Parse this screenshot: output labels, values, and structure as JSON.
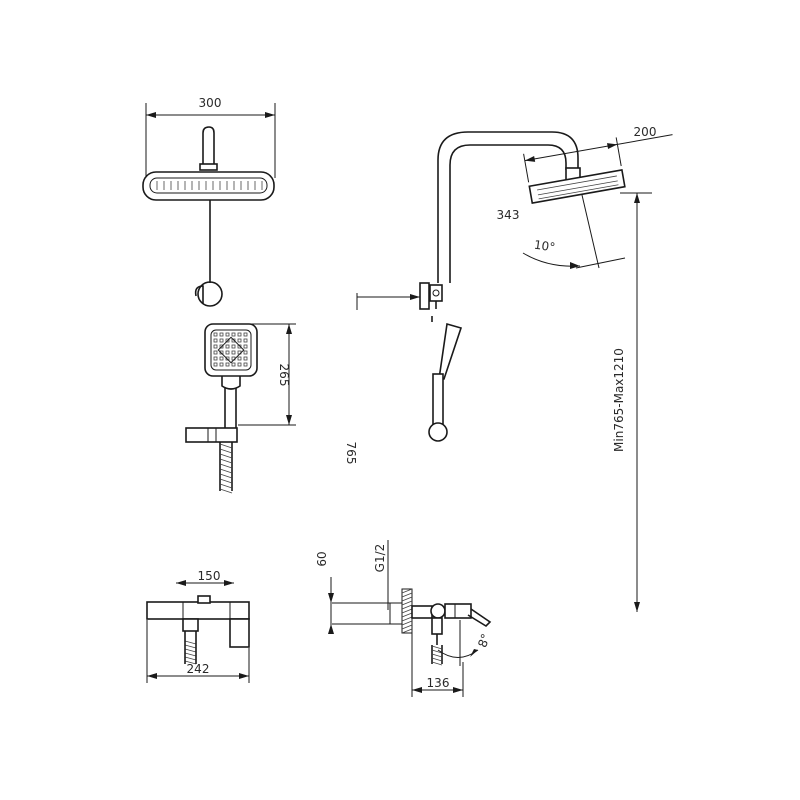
{
  "drawing": {
    "dimensions": {
      "head_width": "300",
      "head_diameter": "200",
      "arm_reach": "343",
      "head_tilt": "10°",
      "riser_height": "Min765-Max1210",
      "handset_height": "265",
      "slide_length": "765",
      "spout_width": "150",
      "mixer_width": "242",
      "outlet_height": "60",
      "thread": "G1/2",
      "projection": "136",
      "spout_angle": "8°"
    }
  }
}
